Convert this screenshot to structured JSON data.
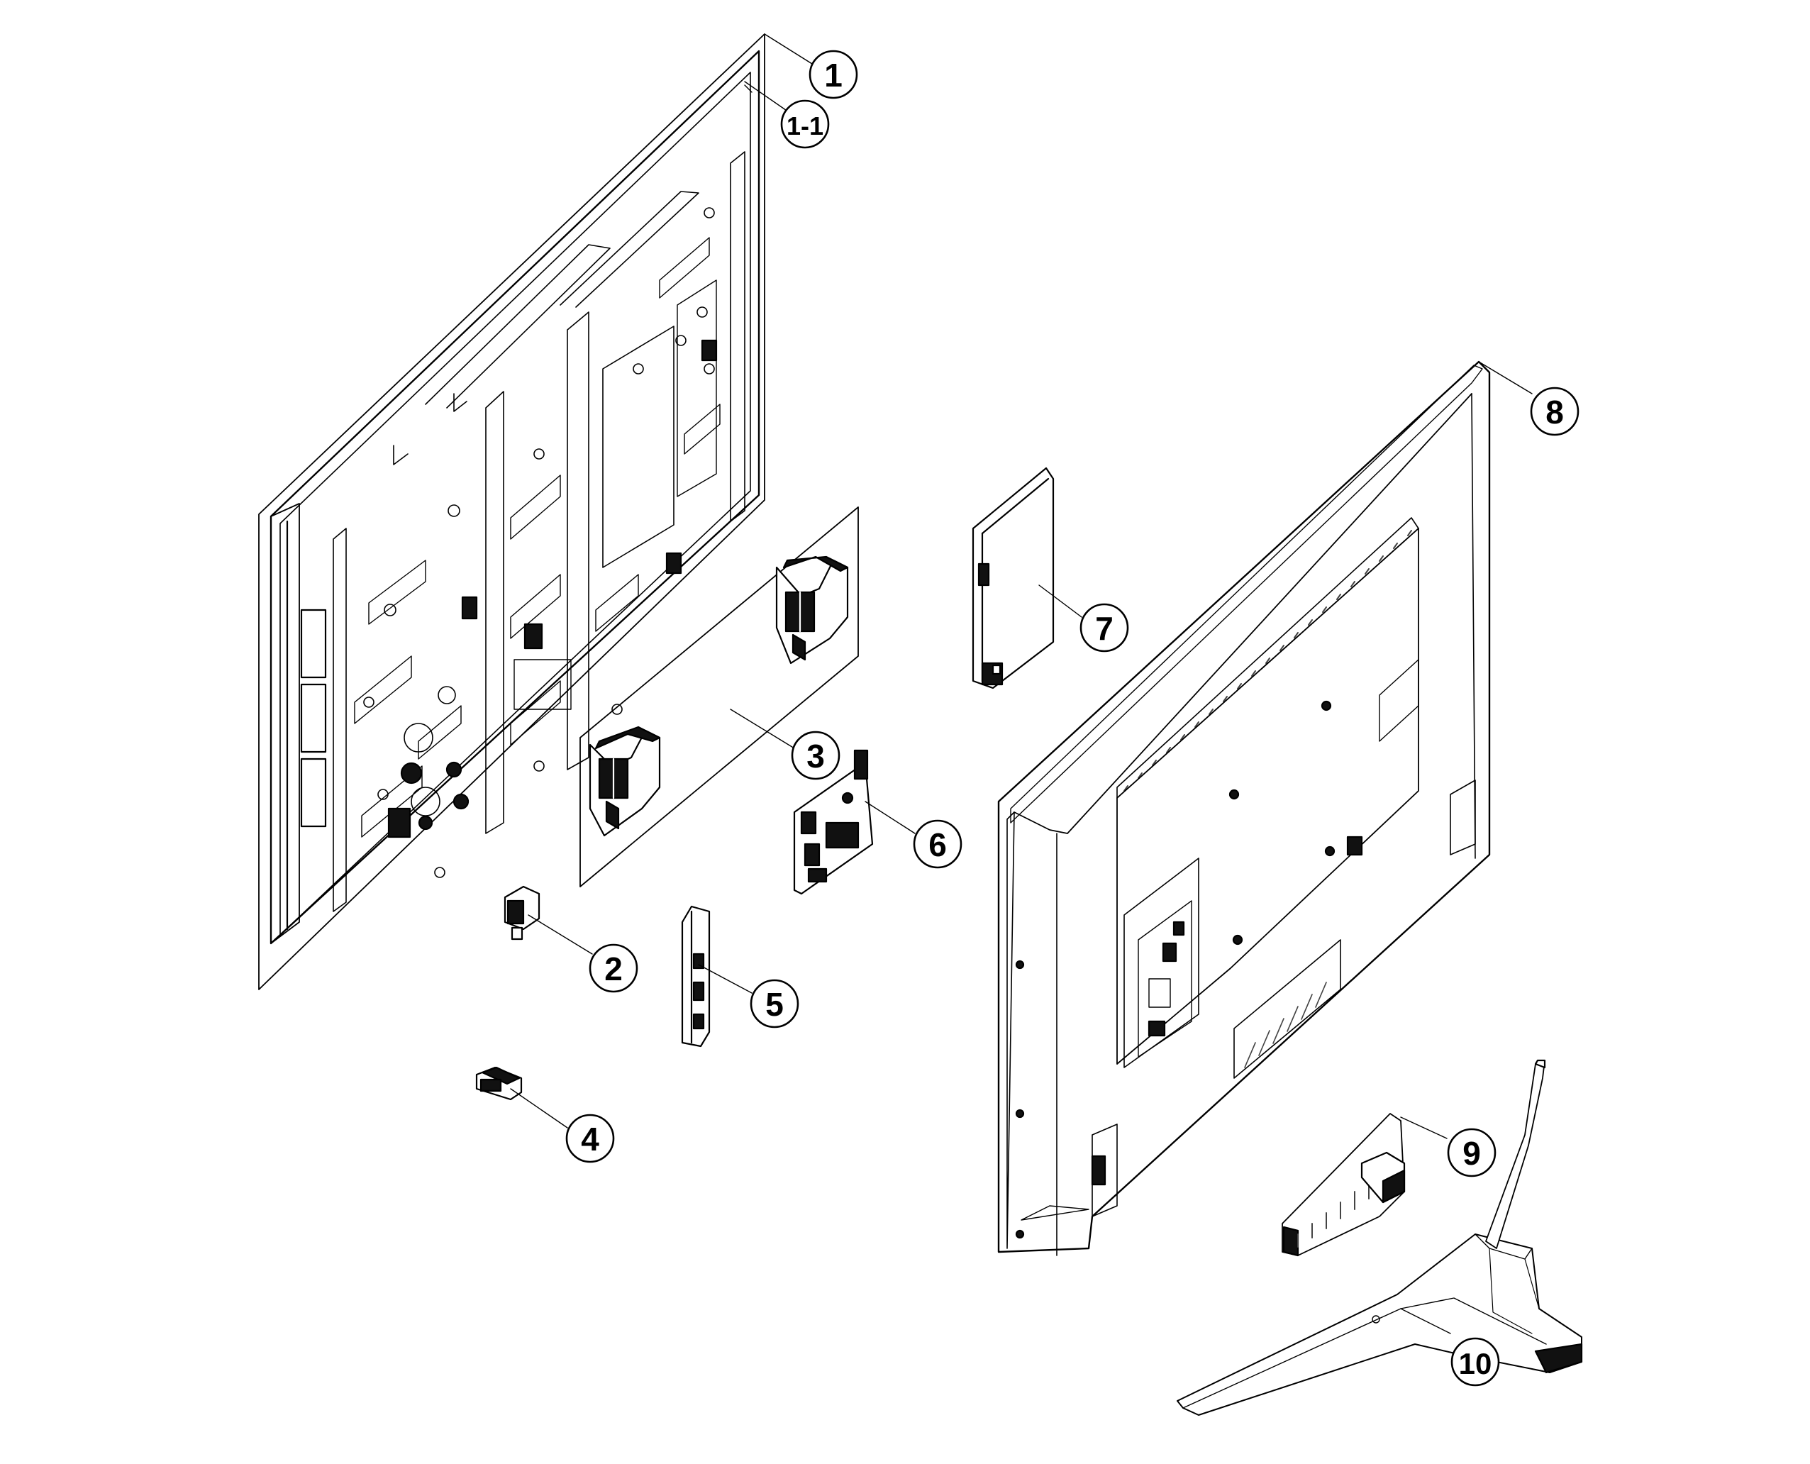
{
  "callouts": [
    {
      "id": "c1",
      "label": "1"
    },
    {
      "id": "c11",
      "label": "1-1"
    },
    {
      "id": "c2",
      "label": "2"
    },
    {
      "id": "c3",
      "label": "3"
    },
    {
      "id": "c4",
      "label": "4"
    },
    {
      "id": "c5",
      "label": "5"
    },
    {
      "id": "c6",
      "label": "6"
    },
    {
      "id": "c7",
      "label": "7"
    },
    {
      "id": "c8",
      "label": "8"
    },
    {
      "id": "c9",
      "label": "9"
    },
    {
      "id": "c10",
      "label": "10"
    }
  ],
  "colors": {
    "line": "#000000",
    "fill": "#ffffff",
    "dark": "#111111",
    "hatch": "#444444"
  }
}
